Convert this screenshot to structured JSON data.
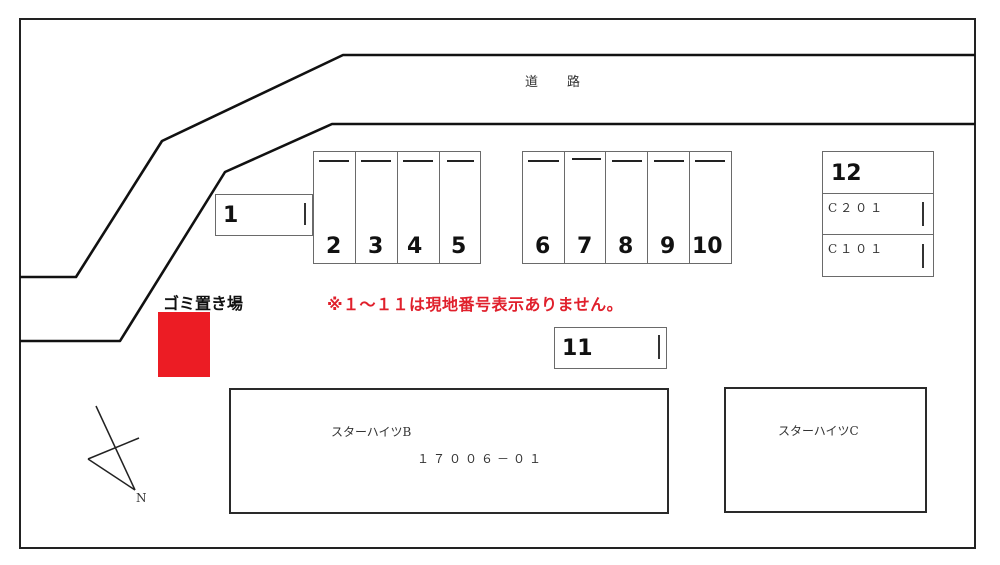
{
  "map": {
    "road_label_1": "道",
    "road_label_2": "路",
    "garbage_label": "ゴミ置き場",
    "garbage_color": "#ec1c24",
    "note": "※１～１１は現地番号表示ありません。",
    "note_color": "#e0202c",
    "compass_label": "N",
    "parking_spaces": [
      {
        "label": "1"
      },
      {
        "label": "2"
      },
      {
        "label": "3"
      },
      {
        "label": "4"
      },
      {
        "label": "5"
      },
      {
        "label": "6"
      },
      {
        "label": "7"
      },
      {
        "label": "8"
      },
      {
        "label": "9"
      },
      {
        "label": "10"
      },
      {
        "label": "11"
      },
      {
        "label": "12"
      }
    ],
    "unit_c201": "C２０１",
    "unit_c101": "C１０１",
    "building_b": {
      "name": "スターハイツB",
      "code": "１７００６－０１"
    },
    "building_c": {
      "name": "スターハイツC"
    }
  }
}
